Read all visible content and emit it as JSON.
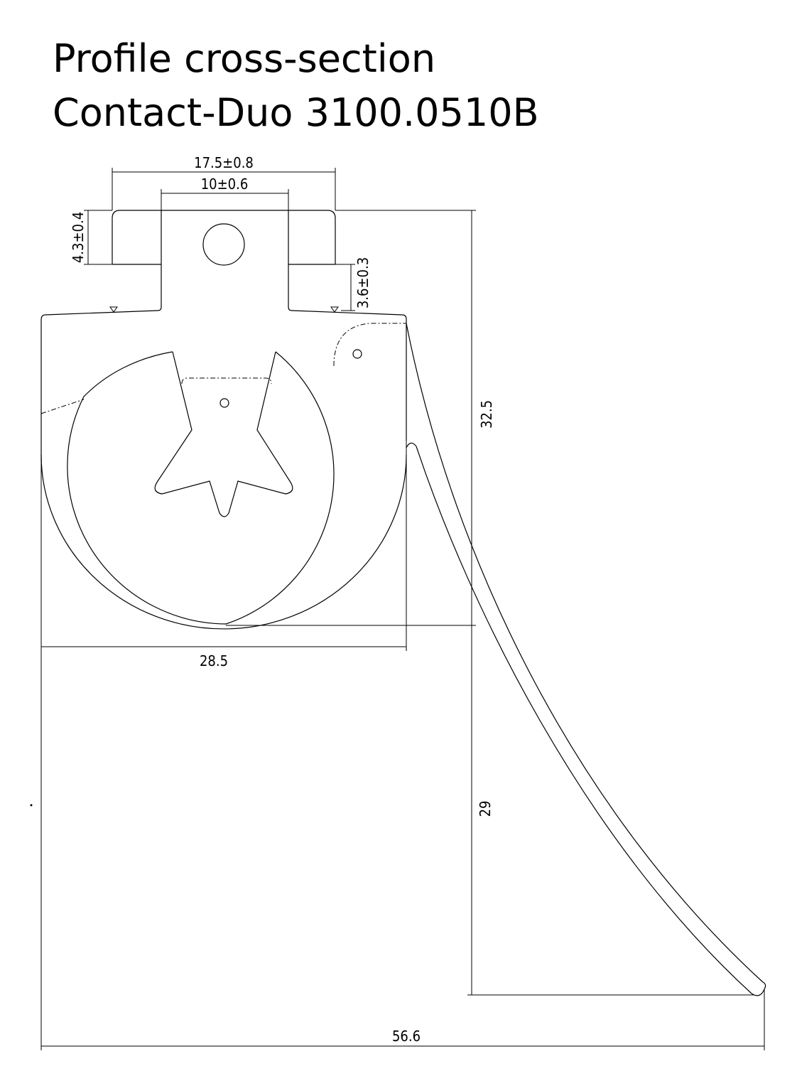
{
  "title": {
    "line1": "Profile cross-section",
    "line2": "Contact-Duo 3100.0510B"
  },
  "dimensions": {
    "top_flange_width": "17.5±0.8",
    "neck_width": "10±0.6",
    "flange_height": "4.3±0.4",
    "neck_height": "3.6±0.3",
    "body_height": "32.5",
    "base_width": "28.5",
    "fin_drop": "29",
    "overall_width": "56.6"
  },
  "colors": {
    "line": "#000000",
    "background": "#ffffff"
  }
}
